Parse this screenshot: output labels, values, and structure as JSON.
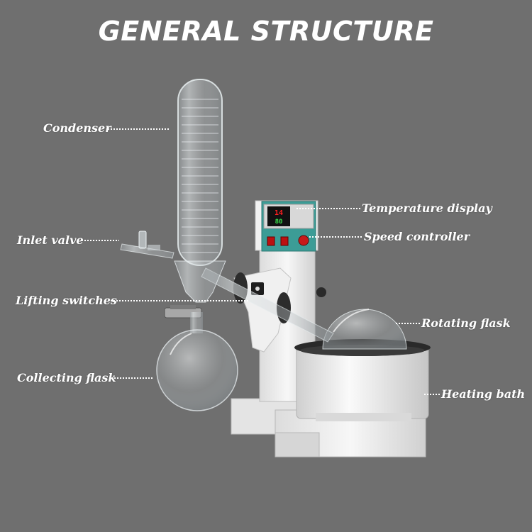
{
  "title": "GENERAL STRUCTURE",
  "labels": {
    "condenser": "Condenser",
    "inlet_valve": "Inlet valve",
    "lifting_switches": "Lifting switches",
    "collecting_flask": "Collecting flask",
    "temperature_display": "Temperature display",
    "speed_controller": "Speed controller",
    "rotating_flask": "Rotating flask",
    "heating_bath": "Heating bath"
  },
  "display": {
    "upper_reading": "14",
    "lower_reading": "80"
  },
  "colors": {
    "background": "#6f6f6f",
    "label_text": "#ffffff",
    "led_red": "#ff2020",
    "led_green": "#39e04a",
    "panel_teal": "#3c9c96"
  }
}
